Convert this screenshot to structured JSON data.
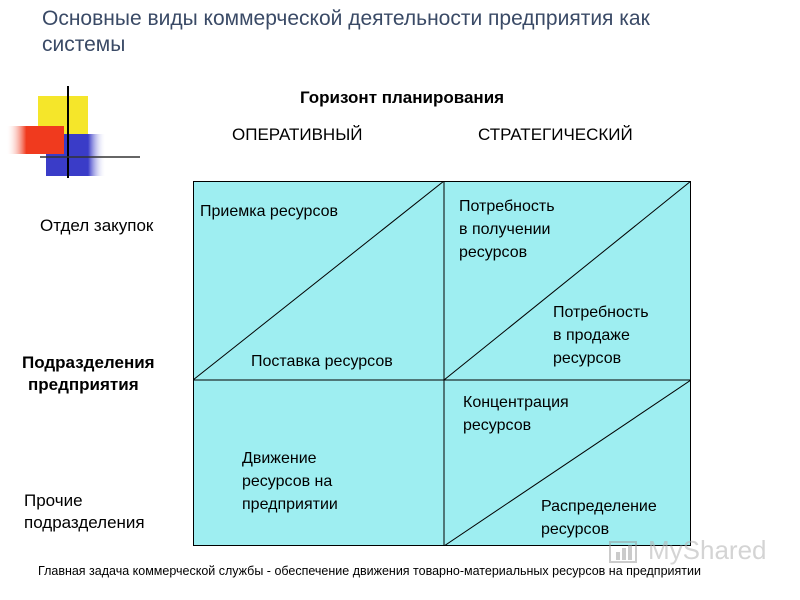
{
  "title": "Основные виды коммерческой деятельности предприятия как системы",
  "horizon": {
    "title": "Горизонт планирования",
    "columns": [
      "ОПЕРАТИВНЫЙ",
      "СТРАТЕГИЧЕСКИЙ"
    ]
  },
  "rows": {
    "purchasing": "Отдел закупок",
    "divisions_line1": "Подразделения",
    "divisions_line2": "предприятия",
    "other_line1": "Прочие",
    "other_line2": "подразделения"
  },
  "cells": {
    "acceptance": [
      "Приемка ресурсов"
    ],
    "need_obtaining": [
      "Потребность",
      "в получении",
      "ресурсов"
    ],
    "delivery": [
      "Поставка ресурсов"
    ],
    "need_selling": [
      "Потребность",
      "в продаже",
      "ресурсов"
    ],
    "concentration": [
      "Концентрация",
      "ресурсов"
    ],
    "movement": [
      "Движение",
      "ресурсов на",
      "предприятии"
    ],
    "distribution": [
      "Распределение",
      "ресурсов"
    ]
  },
  "footer": "Главная задача коммерческой службы - обеспечение движения товарно-материальных ресурсов на предприятии",
  "watermark": "MyShared",
  "colors": {
    "cell_fill": "#9eeef1",
    "title_text": "#3a4a66",
    "deco_yellow": "#f5e62a",
    "deco_red": "#f03a1e",
    "deco_blue": "#3a3cc8"
  }
}
